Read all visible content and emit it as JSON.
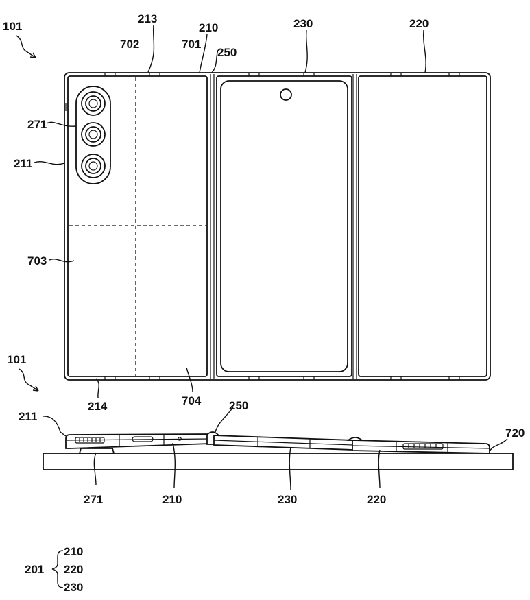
{
  "labels": {
    "top_assembly": "101",
    "top_housing_a": "213",
    "top_first_housing": "210",
    "top_quad_702": "702",
    "top_quad_701": "701",
    "top_hinge": "250",
    "top_third_housing": "230",
    "top_second_housing": "220",
    "top_camera": "271",
    "top_side": "211",
    "top_quad_703": "703",
    "top_bottom_edge": "214",
    "top_quad_704": "704",
    "side_assembly": "101",
    "side_side": "211",
    "side_hinge": "250",
    "side_surface": "720",
    "side_camera": "271",
    "side_first_housing": "210",
    "side_third_housing": "230",
    "side_second_housing": "220",
    "legend_group": "201",
    "legend_item_1": "210",
    "legend_item_2": "220",
    "legend_item_3": "230"
  }
}
